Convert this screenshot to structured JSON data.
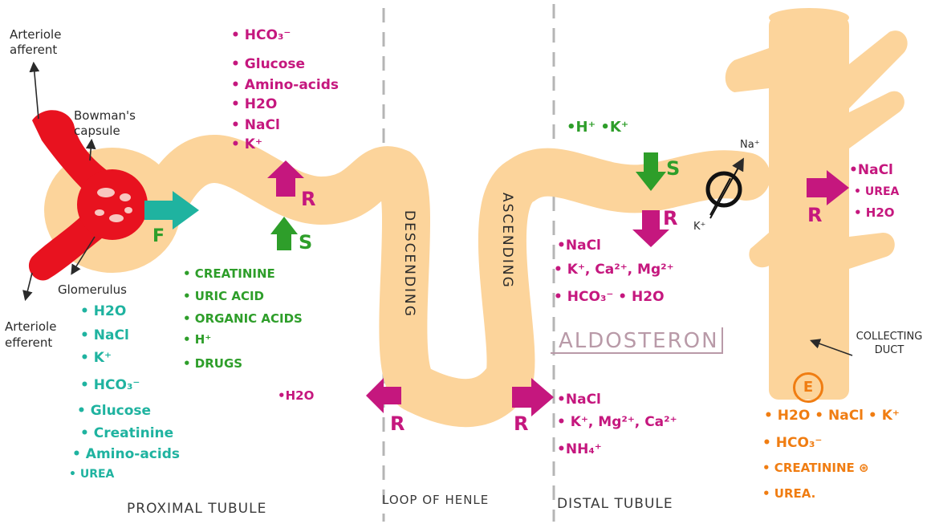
{
  "labels": {
    "arteriole_afferent": "Arteriole afferent",
    "bowmans_capsule": "Bowman's capsule",
    "glomerulus": "Glomerulus",
    "arteriole_efferent": "Arteriole efferent",
    "proximal_tubule": "PROXIMAL TUBULE",
    "loop_of_henle": "LOOP OF HENLE",
    "distal_tubule": "DISTAL TUBULE",
    "descending": "DESCENDING",
    "ascending": "ASCENDING",
    "aldosteron": "ALDOSTERON",
    "collecting_duct": "COLLECTING DUCT",
    "na_plus": "Na⁺",
    "k_plus": "K⁺",
    "r": "R",
    "s": "S",
    "f": "F",
    "e": "E"
  },
  "filtrate_list": [
    "• H2O",
    "• NaCl",
    "• K⁺",
    "• HCO₃⁻",
    "• Glucose",
    "• Creatinine",
    "• Amino-acids",
    "• UREA"
  ],
  "proximal_reabsorption": [
    "• HCO₃⁻",
    "• Glucose",
    "• Amino-acids",
    "• H2O",
    "• NaCl",
    "• K⁺"
  ],
  "proximal_secretion": [
    "• CREATININE",
    "• URIC ACID",
    "• ORGANIC ACIDS",
    "• H⁺",
    "• DRUGS"
  ],
  "descending_reabsorption": "•H2O",
  "ascending_reabsorption": [
    "•NaCl",
    "• K⁺, Mg²⁺, Ca²⁺",
    "•NH₄⁺"
  ],
  "distal_secretion": "•H⁺  •K⁺",
  "distal_reabsorption": [
    "•NaCl",
    "• K⁺, Ca²⁺, Mg²⁺",
    "• HCO₃⁻  • H2O"
  ],
  "collecting_reabsorption": [
    "•NaCl",
    "• UREA",
    "• H2O"
  ],
  "excretion": [
    "• H2O • NaCl • K⁺",
    "• HCO₃⁻",
    "• CREATININE ⊛",
    "• UREA."
  ],
  "colors": {
    "tubule": "#fcd49b",
    "blood": "#e8121f",
    "reabsorption": "#c5177e",
    "secretion": "#2e9e2a",
    "filtration": "#1fb3a0",
    "excretion": "#f07d12"
  }
}
